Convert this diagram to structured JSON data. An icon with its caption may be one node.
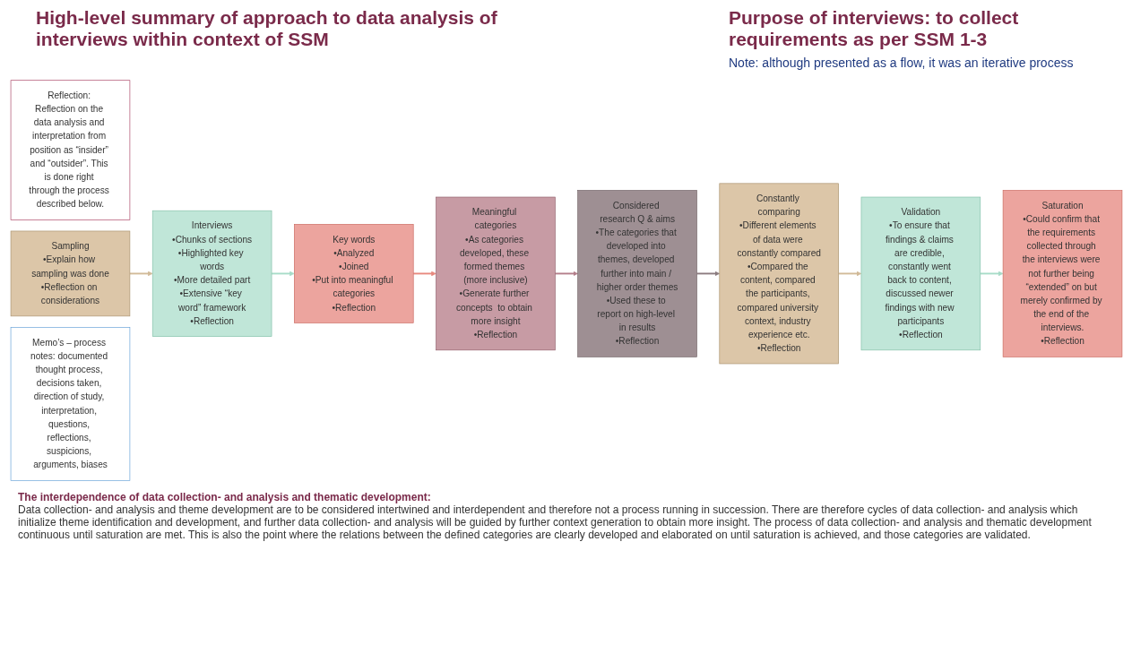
{
  "diagram": {
    "title": "High-level summary of approach to data analysis of interviews within context of SSM",
    "nodes": [
      {
        "text": [
          "Reflection: Reflection on the data analysis and interpretation from position as “insider” and “outsider”. This is done right through the process described below."
        ]
      },
      {
        "text": [
          "Sampling",
          "•Explain how sampling was done",
          "•Reflection on considerations"
        ]
      },
      {
        "text": [
          "Interviews",
          "•Chunks of sections",
          "•Highlighted key words",
          "•More detailed part",
          "•Extensive “key word” framework",
          "•Reflection"
        ]
      },
      {
        "text": [
          "Key words",
          "•Analyzed",
          "•Joined",
          "•Put into meaningful categories",
          "•Reflection"
        ]
      },
      {
        "text": [
          "Meaningful categories",
          "•As categories developed, these formed themes (more inclusive)",
          "•Generate further concepts  to obtain more insight",
          "•Reflection"
        ]
      },
      {
        "text": [
          "Considered research Q & aims",
          "•The categories that developed into themes, developed further into main / higher order themes",
          "•Used these to report on high-level in results",
          "•Reflection"
        ]
      },
      {
        "text": [
          "Constantly comparing",
          "•Different elements of data were constantly compared",
          "•Compared the content, compared the participants, compared university context, industry experience etc.",
          "•Reflection"
        ]
      },
      {
        "text": [
          "Validation",
          "•To ensure that findings & claims are credible, constantly went back to content, discussed newer findings with new participants",
          "•Reflection"
        ]
      },
      {
        "text": [
          "Saturation",
          "•Could confirm that the requirements collected through the interviews were not further being “extended” on but merely confirmed by the end of the interviews.",
          "•Reflection"
        ]
      },
      {
        "text": [
          "Memo’s – process notes: documented thought process, decisions taken, direction of study, interpretation, questions, reflections, suspicions, arguments, biases"
        ]
      }
    ],
    "edges": [
      {
        "from": 1,
        "to": 2,
        "arrow": "to",
        "color": "#d2bb99"
      },
      {
        "from": 2,
        "to": 3,
        "arrow": "to",
        "color": "#a8dcc8"
      },
      {
        "from": 3,
        "to": 4,
        "arrow": "to",
        "color": "#e8897f"
      },
      {
        "from": 4,
        "to": 5,
        "arrow": "to",
        "color": "#b47f8b"
      },
      {
        "from": 5,
        "to": 6,
        "arrow": "to",
        "color": "#8c7c80"
      },
      {
        "from": 6,
        "to": 7,
        "arrow": "to",
        "color": "#d2bb99"
      },
      {
        "from": 7,
        "to": 8,
        "arrow": "to",
        "color": "#a8dcc8"
      }
    ],
    "labels": [
      "Purpose of interviews: to collect requirements as per SSM 1-3",
      "Note: although presented as a flow, it was an iterative process",
      "The interdependence of data collection- and analysis and thematic development:",
      "Data collection- and analysis and theme development are to be considered intertwined and interdependent and therefore not a process running in succession. There are therefore cycles of data collection- and analysis which initialize theme identification and development, and further data collection- and analysis will be guided by further context generation to obtain more insight. The process of data collection- and analysis and thematic development continuous until saturation are met. This is also the point where the relations between the defined categories are clearly developed and elaborated on until saturation is achieved, and those categories are validated."
    ]
  }
}
